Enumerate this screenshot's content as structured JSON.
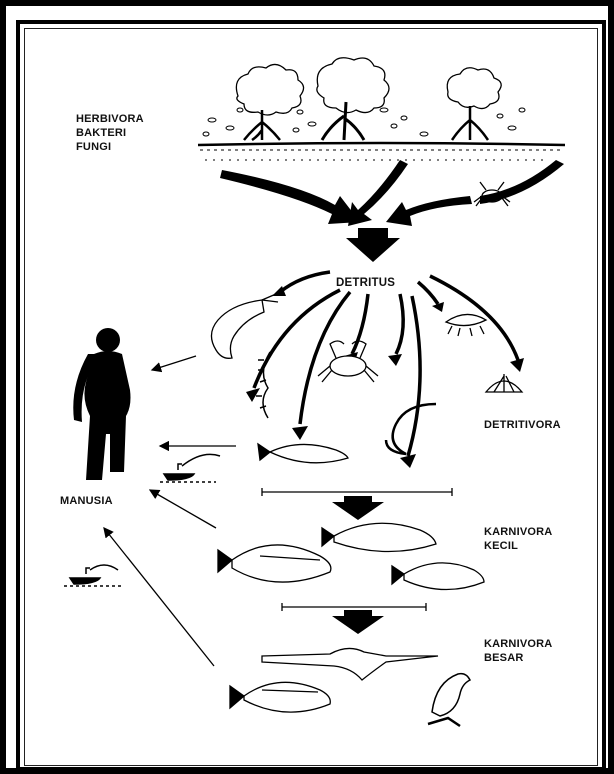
{
  "labels": {
    "herbivora_lines": [
      "HERBIVORA",
      "BAKTERI",
      "FUNGI"
    ],
    "detritus": "DETRITUS",
    "detritivora": "DETRITIVORA",
    "manusia": "MANUSIA",
    "karnivora_kecil_lines": [
      "KARNIVORA",
      "KECIL"
    ],
    "karnivora_besar_lines": [
      "KARNIVORA",
      "BESAR"
    ]
  },
  "icons": [
    "mangrove-tree-icon",
    "crab-icon",
    "shrimp-icon",
    "worm-icon",
    "fish-icon",
    "ray-icon",
    "bird-icon",
    "human-icon",
    "boat-icon",
    "shell-icon",
    "amphipod-icon"
  ]
}
